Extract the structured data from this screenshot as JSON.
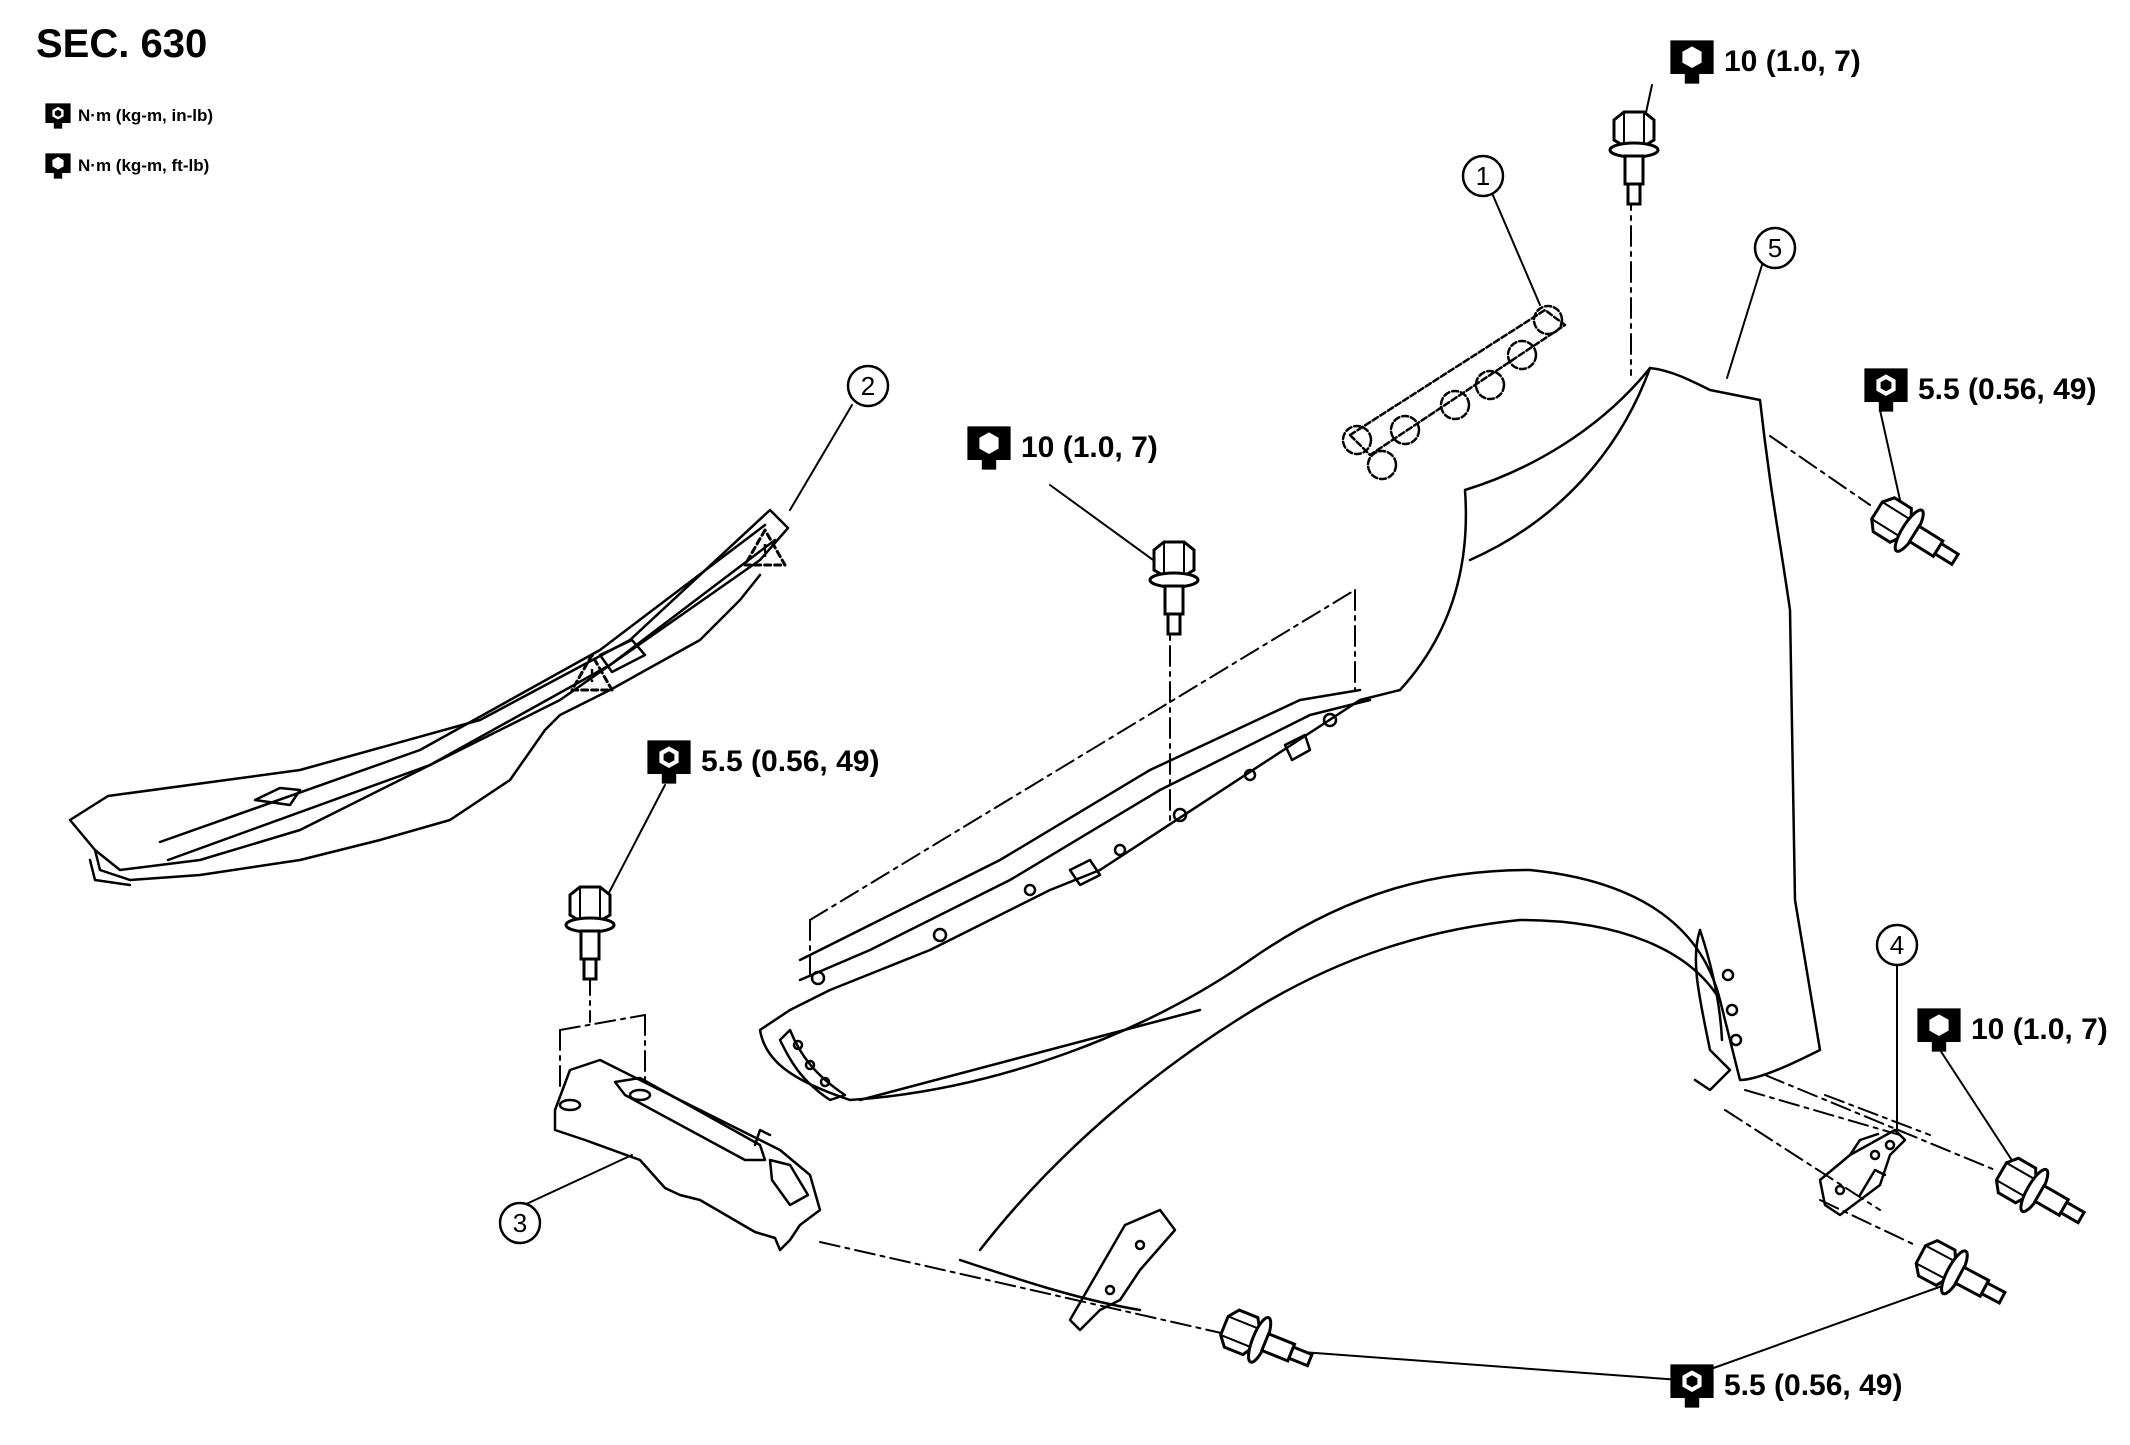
{
  "section": "SEC. 630",
  "legend": [
    {
      "icon": "filled-wrench-icon",
      "text": "N·m (kg-m, in-lb)"
    },
    {
      "icon": "outline-wrench-icon",
      "text": "N·m (kg-m, ft-lb)"
    }
  ],
  "callouts": [
    "1",
    "2",
    "3",
    "4",
    "5"
  ],
  "torque_specs": {
    "top_center": {
      "icon": "outline-wrench-icon",
      "value": "10 (1.0, 7)"
    },
    "mid_left": {
      "icon": "outline-wrench-icon",
      "value": "10 (1.0, 7)"
    },
    "upper_right": {
      "icon": "filled-wrench-icon",
      "value": "5.5 (0.56, 49)"
    },
    "bracket": {
      "icon": "filled-wrench-icon",
      "value": "5.5 (0.56, 49)"
    },
    "lower_right": {
      "icon": "outline-wrench-icon",
      "value": "10 (1.0, 7)"
    },
    "bottom": {
      "icon": "filled-wrench-icon",
      "value": "5.5 (0.56, 49)"
    }
  }
}
